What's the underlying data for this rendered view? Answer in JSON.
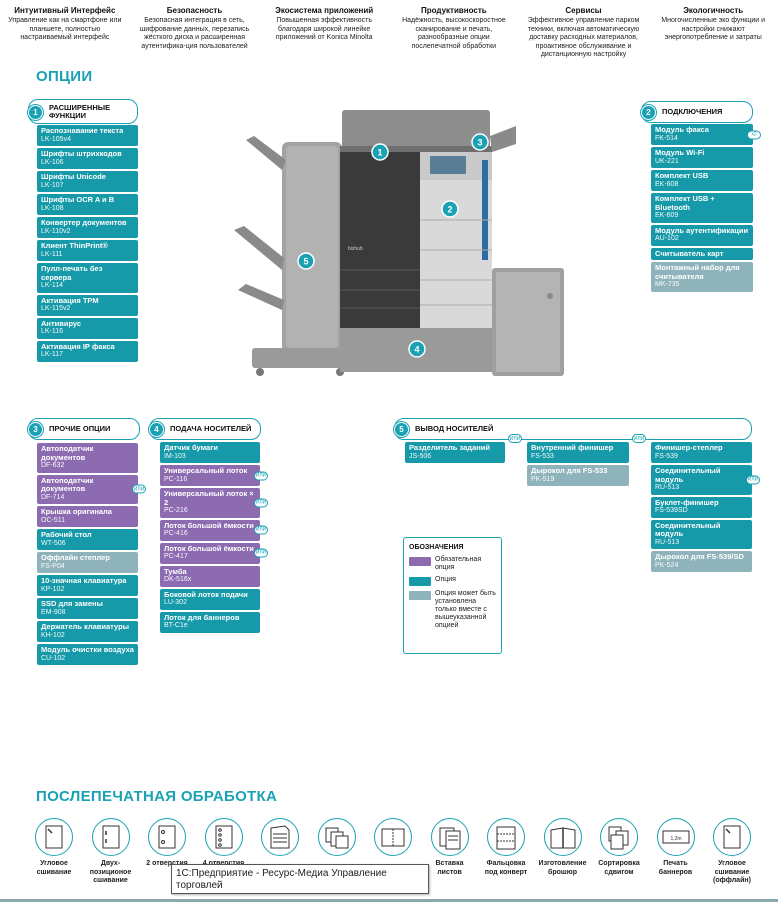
{
  "features": [
    {
      "title": "Интуитивный Интерфейс",
      "text": "Управление как на смартфоне или планшете, полностью настраиваемый интерфейс"
    },
    {
      "title": "Безопасность",
      "text": "Безопасная интеграция в сеть, шифрование данных, перезапись жёсткого диска и расширенная аутентифика-ция пользователей"
    },
    {
      "title": "Экосистема приложений",
      "text": "Повышенная эффективность благодаря широкой линейке приложений от Konica Minolta"
    },
    {
      "title": "Продуктивность",
      "text": "Надёжность, высокоскоростное сканирование и печать, разнообразные опции послепечатной обработки"
    },
    {
      "title": "Сервисы",
      "text": "Эффективное управление парком техники, включая автоматическую доставку расходных материалов, проактивное обслуживание и дистанционную настройку"
    },
    {
      "title": "Экологичность",
      "text": "Многочисленные эко функции и настройки снижают энергопотребление и затраты"
    }
  ],
  "options_title": "ОПЦИИ",
  "ili": "ИЛИ",
  "groups": {
    "g1": {
      "num": "1",
      "title": "РАСШИРЕННЫЕ ФУНКЦИИ",
      "items": [
        {
          "name": "Распознавание текста",
          "code": "LK-105v4"
        },
        {
          "name": "Шрифты штрихкодов",
          "code": "LK-106"
        },
        {
          "name": "Шрифты Unicode",
          "code": "LK-107"
        },
        {
          "name": "Шрифты OCR A и B",
          "code": "LK-108"
        },
        {
          "name": "Конвертер документов",
          "code": "LK-110v2"
        },
        {
          "name": "Клиент ThinPrint®",
          "code": "LK-111"
        },
        {
          "name": "Пулл-печать без сервера",
          "code": "LK-114"
        },
        {
          "name": "Активация TPM",
          "code": "LK-115v2"
        },
        {
          "name": "Антивирус",
          "code": "LK-116"
        },
        {
          "name": "Активация IP факса",
          "code": "LK-117"
        }
      ]
    },
    "g2": {
      "num": "2",
      "title": "ПОДКЛЮЧЕНИЯ",
      "items": [
        {
          "name": "Модуль факса",
          "code": "FK-514",
          "badge": "x2"
        },
        {
          "name": "Модуль Wi-Fi",
          "code": "UK-221"
        },
        {
          "name": "Комплект USB",
          "code": "EK-608"
        },
        {
          "name": "Комплект USB + Bluetooth",
          "code": "EK-609"
        },
        {
          "name": "Модуль аутентификации",
          "code": "AU-102"
        },
        {
          "name": "Считыватель карт",
          "code": ""
        },
        {
          "name": "Монтажный набор для считывателя",
          "code": "MK-735"
        }
      ]
    },
    "g3": {
      "num": "3",
      "title": "ПРОЧИЕ ОПЦИИ",
      "items": [
        {
          "name": "Автоподатчик документов",
          "code": "DF-632"
        },
        {
          "name": "Автоподатчик документов",
          "code": "DF-714"
        },
        {
          "name": "Крышка оригинала",
          "code": "OC-511"
        },
        {
          "name": "Рабочий стол",
          "code": "WT-506"
        },
        {
          "name": "Оффлайн степлер",
          "code": "FS-P04"
        },
        {
          "name": "10-значная клавиатура",
          "code": "KP-102"
        },
        {
          "name": "SSD для замены",
          "code": "EM-908"
        },
        {
          "name": "Держатель клавиатуры",
          "code": "KH-102"
        },
        {
          "name": "Модуль очистки воздуха",
          "code": "CU-102"
        }
      ]
    },
    "g4": {
      "num": "4",
      "title": "ПОДАЧА НОСИТЕЛЕЙ",
      "items": [
        {
          "name": "Датчик бумаги",
          "code": "IM-103"
        },
        {
          "name": "Универсальный лоток",
          "code": "PC-116"
        },
        {
          "name": "Универсальный лоток × 2",
          "code": "PC-216"
        },
        {
          "name": "Лоток большой ёмкости",
          "code": "PC-416"
        },
        {
          "name": "Лоток большой ёмкости",
          "code": "PC-417"
        },
        {
          "name": "Тумба",
          "code": "DK-516x"
        },
        {
          "name": "Боковой лоток подачи",
          "code": "LU-302"
        },
        {
          "name": "Лоток для баннеров",
          "code": "BT-C1e"
        }
      ]
    },
    "g5": {
      "num": "5",
      "title": "ВЫВОД НОСИТЕЛЕЙ",
      "a": {
        "name": "Разделитель заданий",
        "code": "JS-506"
      },
      "b": [
        {
          "name": "Внутренний финишер",
          "code": "FS-533"
        },
        {
          "name": "Дырокол для FS-533",
          "code": "PK-519"
        }
      ],
      "c": [
        {
          "name": "Финишер-степлер",
          "code": "FS-539"
        },
        {
          "name": "Соединительный модуль",
          "code": "RU-513"
        },
        {
          "name": "Буклет-финишер",
          "code": "FS-539SD"
        },
        {
          "name": "Соединительный модуль",
          "code": "RU-513"
        },
        {
          "name": "Дырокол для FS-539/SD",
          "code": "PK-524"
        }
      ]
    }
  },
  "legend": {
    "title": "ОБОЗНАЧЕНИЯ",
    "items": [
      {
        "text": "Обязательная опция",
        "color": "#8c6bb1"
      },
      {
        "text": "Опция",
        "color": "#1699a8"
      },
      {
        "text": "Опция может быть установлена только вместе с вышеуказанной опцией",
        "color": "#8fb3ba"
      }
    ]
  },
  "device": {
    "model_label": "bizhub",
    "markers": [
      "1",
      "2",
      "3",
      "4",
      "5"
    ]
  },
  "finishing_title": "ПОСЛЕПЕЧАТНАЯ ОБРАБОТКА",
  "finishing": [
    {
      "label": "Угловое сшивание",
      "icon": "corner-staple-icon"
    },
    {
      "label": "Двух-позиционое сшивание",
      "icon": "two-point-staple-icon"
    },
    {
      "label": "2 отверстия",
      "icon": "two-hole-punch-icon"
    },
    {
      "label": "4 отверстия",
      "icon": "four-hole-punch-icon"
    },
    {
      "label": "",
      "icon": "fold-icon"
    },
    {
      "label": "",
      "icon": "sort-icon"
    },
    {
      "label": "",
      "icon": "half-fold-icon"
    },
    {
      "label": "Вставка листов",
      "icon": "sheet-insert-icon"
    },
    {
      "label": "Фальцовка под конверт",
      "icon": "letter-fold-icon"
    },
    {
      "label": "Изготовление брошюр",
      "icon": "booklet-icon"
    },
    {
      "label": "Сортировка сдвигом",
      "icon": "offset-sort-icon"
    },
    {
      "label": "Печать баннеров",
      "icon": "banner-icon",
      "badge": "1,2m"
    },
    {
      "label": "Угловое сшивание (оффлайн)",
      "icon": "offline-staple-icon"
    }
  ],
  "tooltip": "1С:Предприятие - Ресурс-Медиа Управление торговлей",
  "colors": {
    "accent": "#1aa2b4",
    "option": "#1699a8",
    "mandatory": "#8c6bb1",
    "dependent": "#8fb3ba"
  }
}
